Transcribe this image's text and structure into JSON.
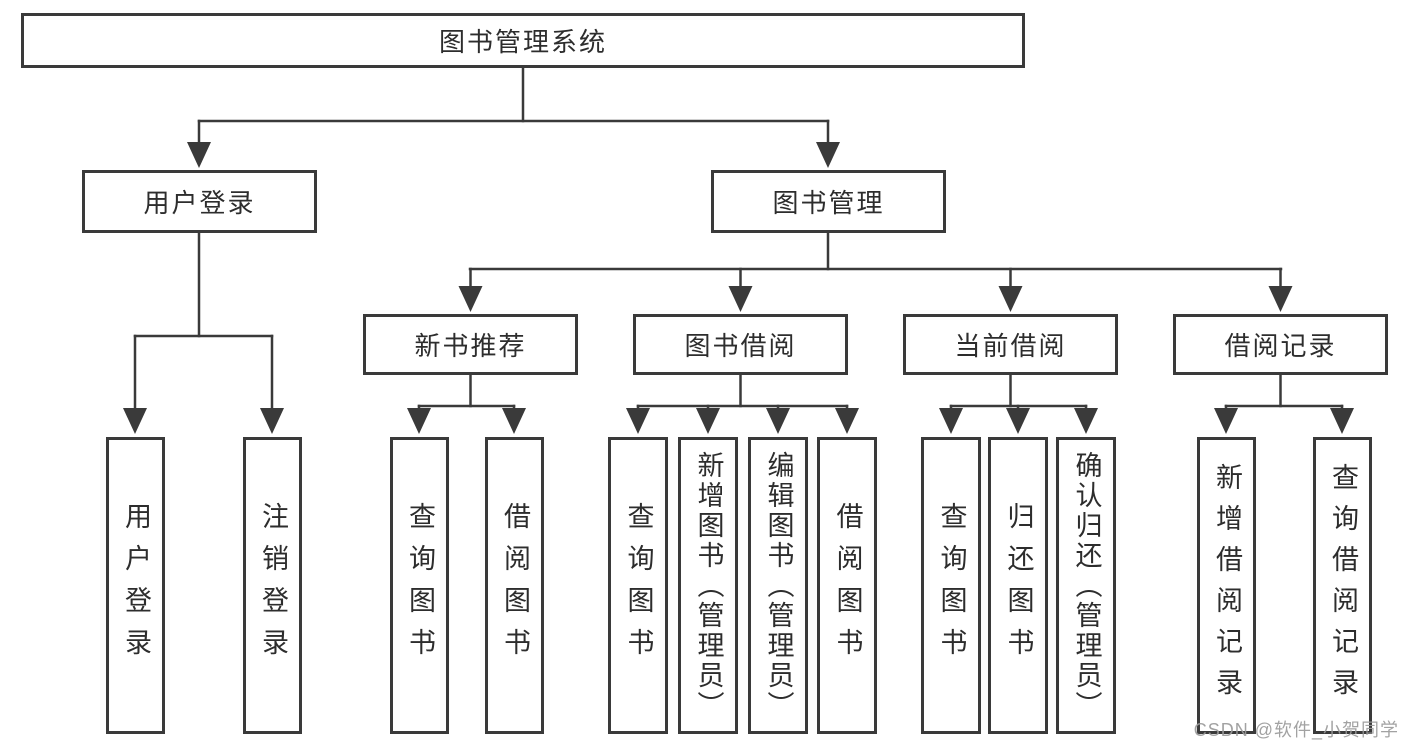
{
  "diagram_title": "图书管理系统",
  "nodes": {
    "root": {
      "label": "图书管理系统"
    },
    "level2": [
      {
        "label": "用户登录"
      },
      {
        "label": "图书管理"
      }
    ],
    "level3": [
      {
        "label": "新书推荐",
        "parent": "图书管理"
      },
      {
        "label": "图书借阅",
        "parent": "图书管理"
      },
      {
        "label": "当前借阅",
        "parent": "图书管理"
      },
      {
        "label": "借阅记录",
        "parent": "图书管理"
      }
    ],
    "leaves": [
      {
        "label": "用户登录",
        "parent": "用户登录"
      },
      {
        "label": "注销登录",
        "parent": "用户登录"
      },
      {
        "label": "查询图书",
        "parent": "新书推荐"
      },
      {
        "label": "借阅图书",
        "parent": "新书推荐"
      },
      {
        "label": "查询图书",
        "parent": "图书借阅"
      },
      {
        "label": "新增图书（管理员）",
        "parent": "图书借阅"
      },
      {
        "label": "编辑图书（管理员）",
        "parent": "图书借阅"
      },
      {
        "label": "借阅图书",
        "parent": "图书借阅"
      },
      {
        "label": "查询图书",
        "parent": "当前借阅"
      },
      {
        "label": "归还图书",
        "parent": "当前借阅"
      },
      {
        "label": "确认归还（管理员）",
        "parent": "当前借阅"
      },
      {
        "label": "新增借阅记录",
        "parent": "借阅记录"
      },
      {
        "label": "查询借阅记录",
        "parent": "借阅记录"
      }
    ]
  },
  "watermark": "CSDN @软件_小贺同学",
  "colors": {
    "line": "#3a3a3a",
    "text": "#2d2d2d",
    "box_background": "#ffffff",
    "watermark": "#9b9b9b"
  }
}
